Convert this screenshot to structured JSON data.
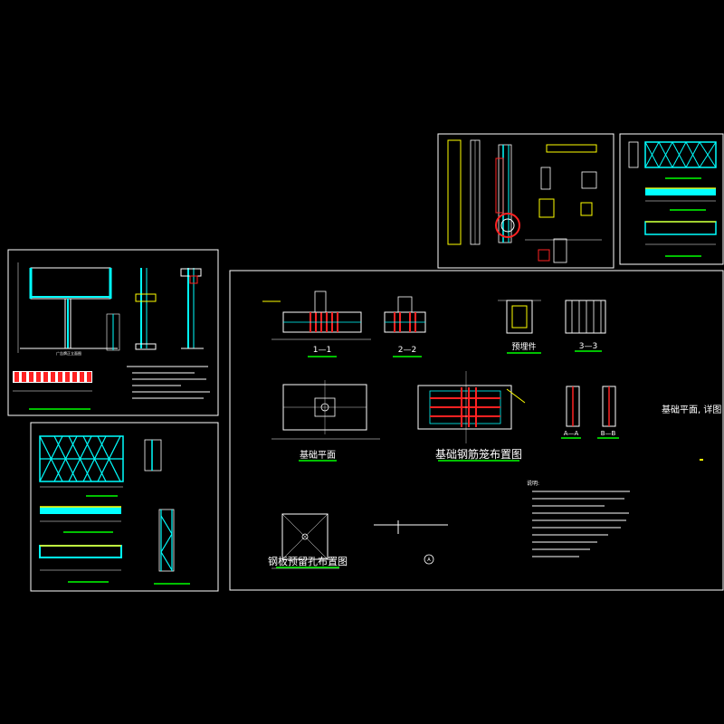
{
  "colors": {
    "background": "#000000",
    "frame": "#ffffff",
    "cyan": "#00ffff",
    "red": "#ff2020",
    "green": "#00ff00",
    "yellow": "#ffff00",
    "magenta": "#ff00ff"
  },
  "labels": {
    "section_1_1": "1—1",
    "section_2_2": "2—2",
    "section_3_3": "3—3",
    "embedded_part": "预埋件",
    "section_a_a": "A—A",
    "section_b_b": "B—B",
    "foundation_plan": "基础平面",
    "foundation_rebar_layout": "基础钢筋笼布置图",
    "foundation_plan_detail": "基础平面, 详图",
    "steel_plate_hole_layout": "钢板预留孔布置图",
    "notes_heading": "说明:",
    "circle_marker": "A"
  }
}
